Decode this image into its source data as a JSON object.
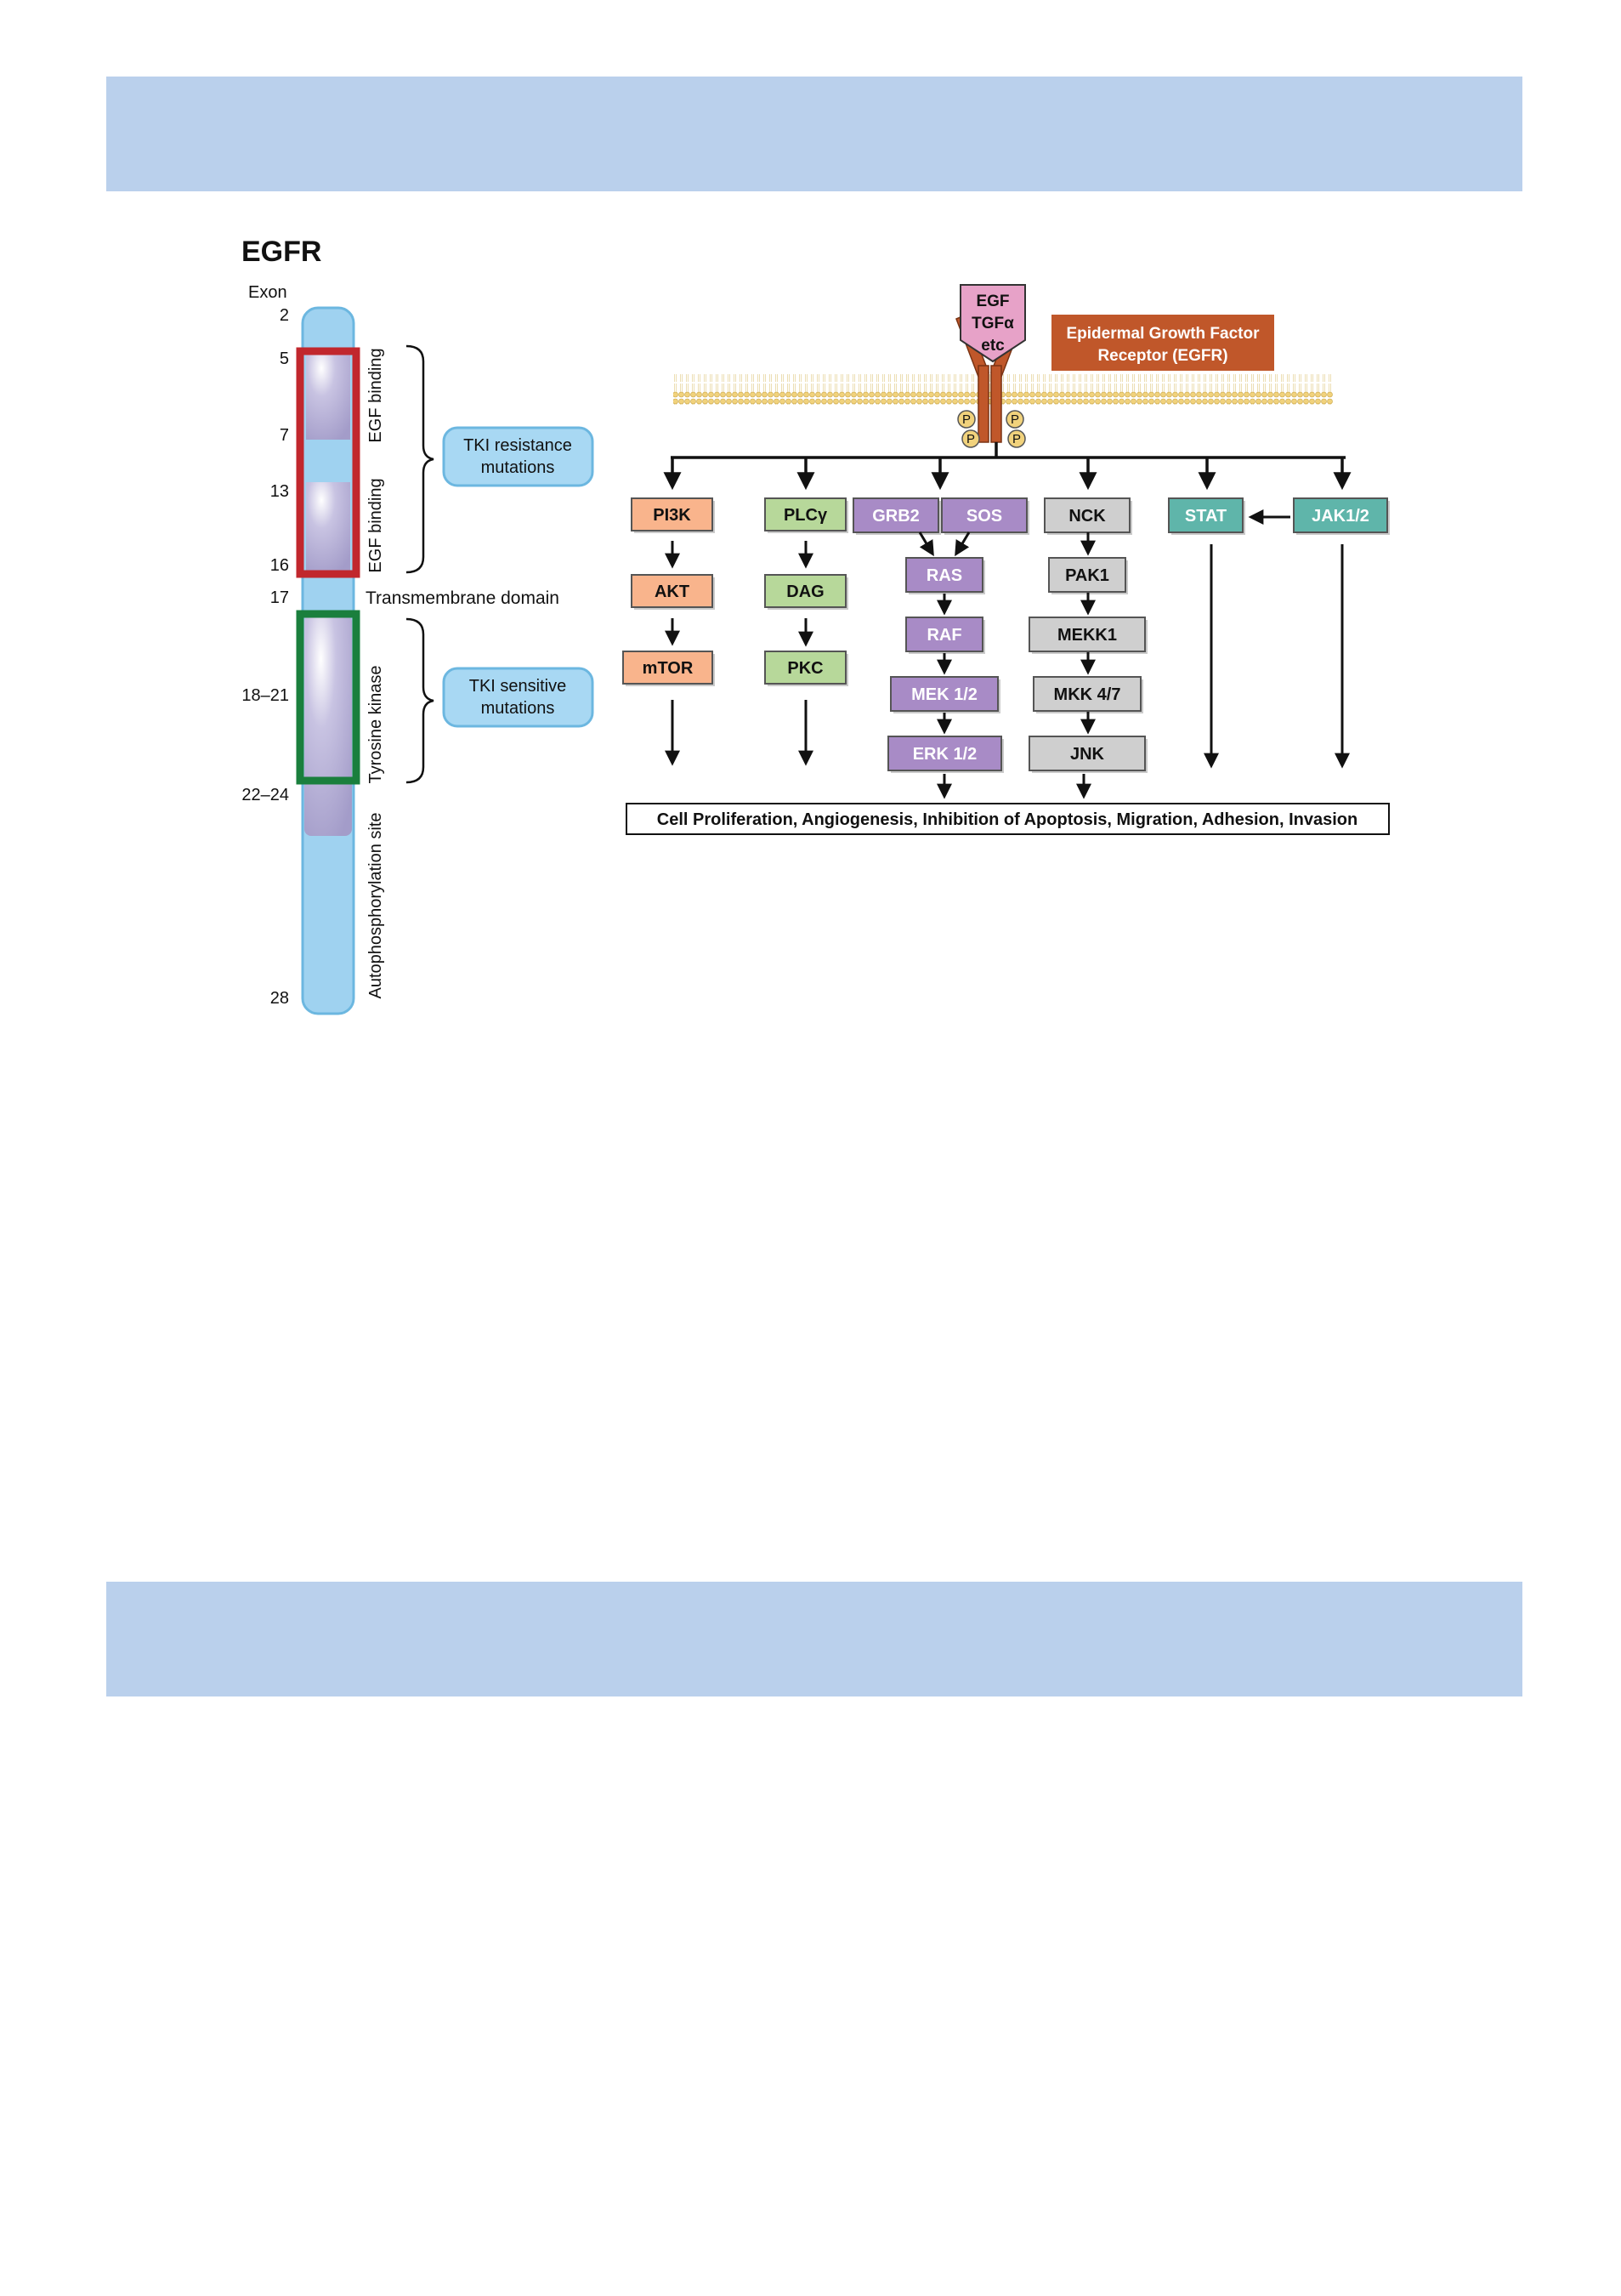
{
  "title": "EGFR",
  "exon_heading": "Exon",
  "exon_numbers": [
    "2",
    "5",
    "7",
    "13",
    "16",
    "17",
    "18–21",
    "22–24",
    "28"
  ],
  "domains": {
    "egf1": "EGF binding",
    "egf2": "EGF binding",
    "transmembrane": "Transmembrane domain",
    "tk": "Tyrosine kinase",
    "auto": "Autophosphorylation site"
  },
  "callouts": {
    "resistance": "TKI resistance mutations",
    "sensitive": "TKI sensitive mutations"
  },
  "ligand": {
    "lines": [
      "EGF",
      "TGFα",
      "etc"
    ]
  },
  "receptor_label": [
    "Epidermal Growth Factor",
    "Receptor (EGFR)"
  ],
  "phospho": "P",
  "pathway_nodes": {
    "pi3k": "PI3K",
    "akt": "AKT",
    "mtor": "mTOR",
    "plcg": "PLCγ",
    "dag": "DAG",
    "pkc": "PKC",
    "grb2": "GRB2",
    "sos": "SOS",
    "ras": "RAS",
    "raf": "RAF",
    "mek": "MEK 1/2",
    "erk": "ERK 1/2",
    "nck": "NCK",
    "pak1": "PAK1",
    "mekk1": "MEKK1",
    "mkk": "MKK 4/7",
    "jnk": "JNK",
    "stat": "STAT",
    "jak": "JAK1/2"
  },
  "outcome": "Cell Proliferation, Angiogenesis, Inhibition of Apoptosis, Migration, Adhesion, Invasion",
  "colors": {
    "band": "#bad0ec",
    "pi3k": "#f9b48c",
    "plc": "#b7d89a",
    "ras": "#a88bc6",
    "nck": "#cfcfcf",
    "jak": "#5fb5aa",
    "receptor": "#c0572a",
    "ligand": "#e7a2c8",
    "red_box": "#c1272d",
    "green_box": "#1a7f3d",
    "callout": "#a8d8f3"
  }
}
